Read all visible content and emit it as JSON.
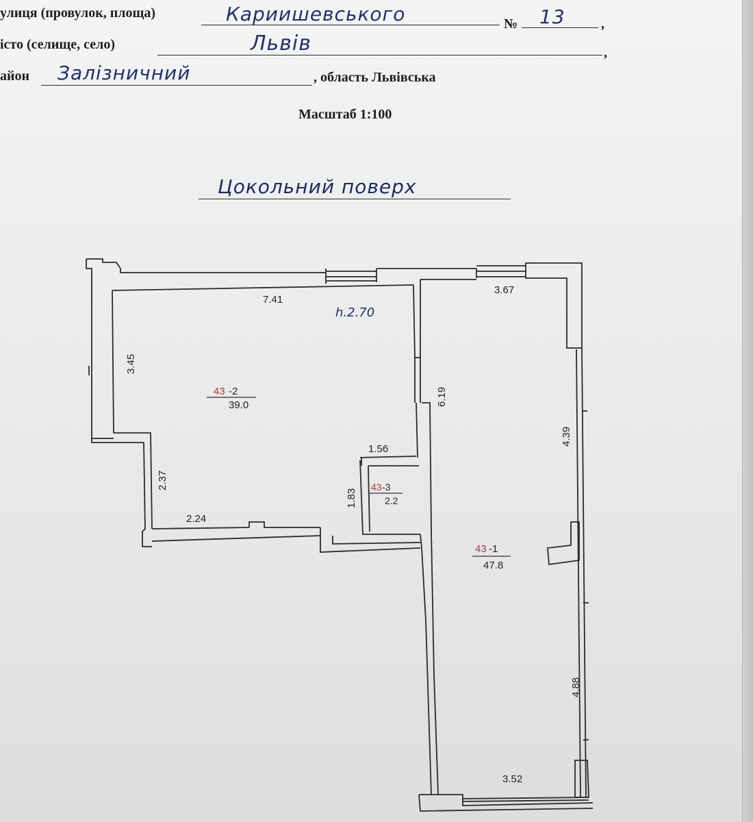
{
  "header": {
    "street_label": "улиця (провулок, площа)",
    "street_value": "Кариишевського",
    "number_label": "№",
    "number_value": "13",
    "city_label": "істо (селище, село)",
    "city_value": "Львів",
    "district_label": "айон",
    "district_value": "Залізничний",
    "region_label": ", область Львівська",
    "trailing_comma": ","
  },
  "scale": "Масштаб 1:100",
  "floor_title": "Цокольний поверх",
  "plan": {
    "ceiling_height": "h.2.70",
    "rooms": [
      {
        "prefix": "43",
        "id": "-2",
        "area": "39.0"
      },
      {
        "prefix": "43",
        "id": "-3",
        "area": "2.2"
      },
      {
        "prefix": "43",
        "id": "-1",
        "area": "47.8"
      }
    ],
    "dimensions": {
      "top_left": "7.41",
      "top_right": "3.67",
      "left_upper": "3.45",
      "left_lower": "2.37",
      "bottom_left": "2.24",
      "inner_wall": "6.19",
      "small_room_width": "1.56",
      "small_room_height": "1.83",
      "right_upper": "4.39",
      "right_lower": "4.88",
      "bottom_right": "3.52"
    }
  }
}
